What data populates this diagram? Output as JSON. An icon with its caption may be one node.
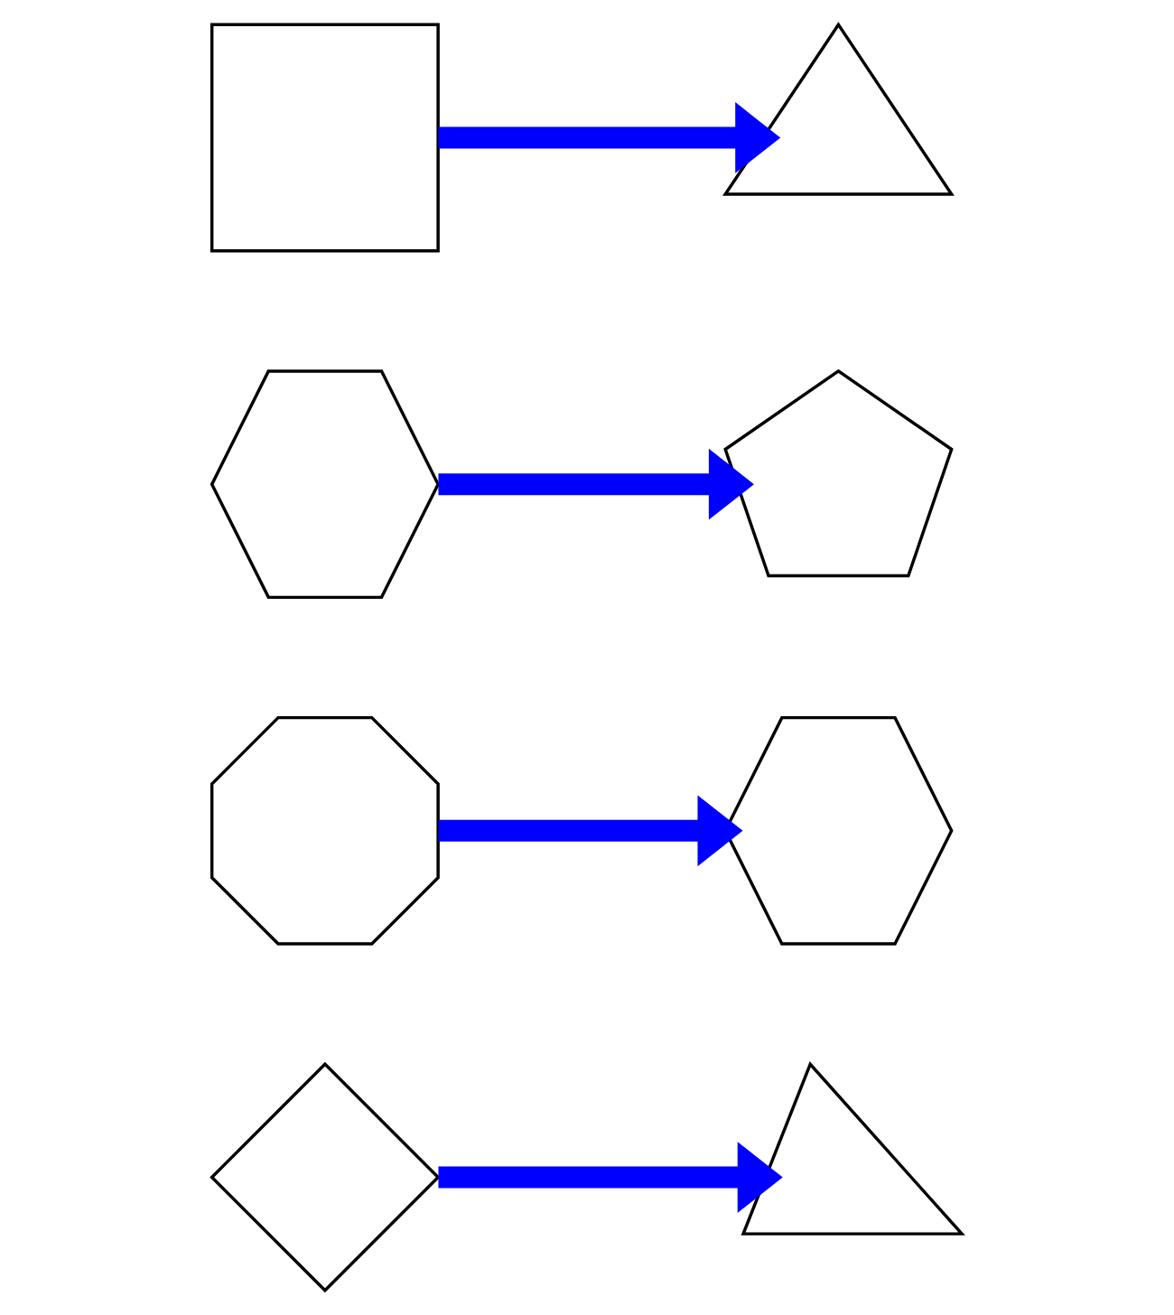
{
  "diagram": {
    "nodes": [
      {
        "text": [],
        "shape": "box"
      },
      {
        "text": [],
        "shape": "triangle"
      },
      {
        "text": [],
        "shape": "hexagon"
      },
      {
        "text": [],
        "shape": "pentagon"
      },
      {
        "text": [],
        "shape": "octagon"
      },
      {
        "text": [],
        "shape": "hexagon"
      },
      {
        "text": [],
        "shape": "diamond"
      },
      {
        "text": [],
        "shape": "triangle"
      }
    ],
    "edges": [
      {
        "from": 0,
        "to": 1,
        "arrow": "to",
        "color": "#0000ff"
      },
      {
        "from": 2,
        "to": 3,
        "arrow": "to",
        "color": "#0000ff"
      },
      {
        "from": 4,
        "to": 5,
        "arrow": "to",
        "color": "#0000ff"
      },
      {
        "from": 6,
        "to": 7,
        "arrow": "to",
        "color": "#0000ff"
      }
    ]
  }
}
